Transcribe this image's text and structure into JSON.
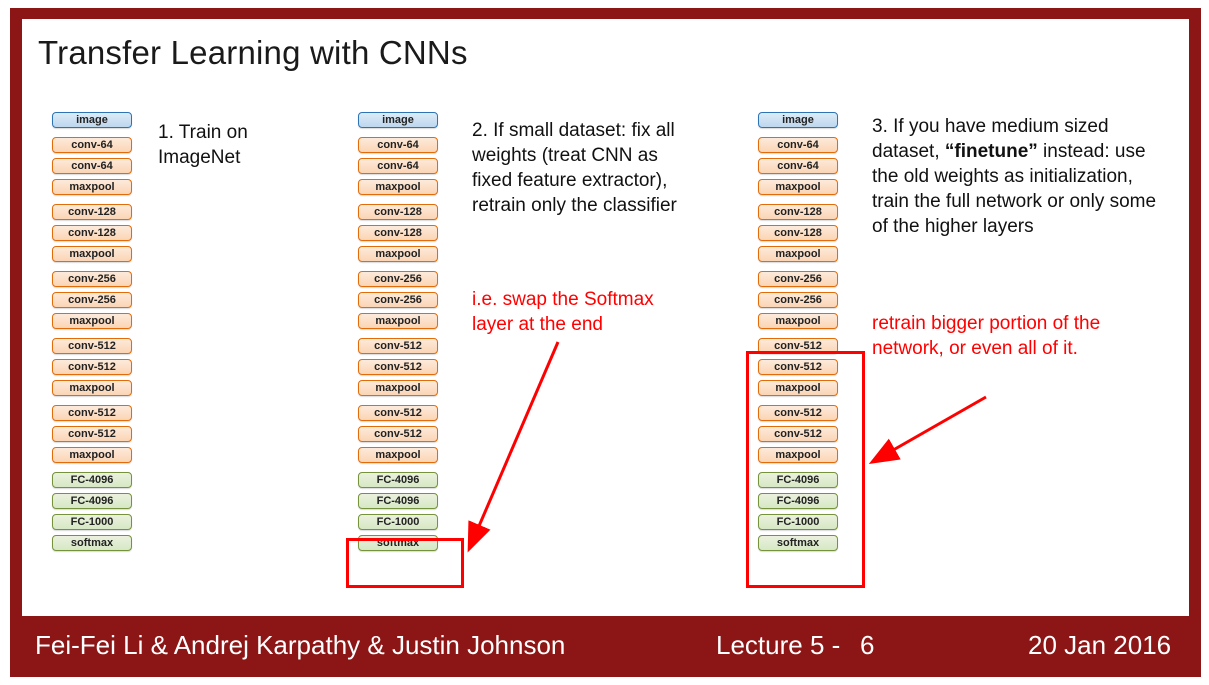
{
  "slide": {
    "title": "Transfer Learning with CNNs",
    "footer": {
      "authors": "Fei-Fei Li & Andrej Karpathy & Justin Johnson",
      "lecture_label": "Lecture 5 -",
      "slide_number": "6",
      "date": "20 Jan 2016"
    }
  },
  "network": {
    "groups": [
      {
        "type": "image",
        "labels": [
          "image"
        ]
      },
      {
        "type": "conv",
        "labels": [
          "conv-64",
          "conv-64",
          "maxpool"
        ]
      },
      {
        "type": "conv",
        "labels": [
          "conv-128",
          "conv-128",
          "maxpool"
        ]
      },
      {
        "type": "conv",
        "labels": [
          "conv-256",
          "conv-256",
          "maxpool"
        ]
      },
      {
        "type": "conv",
        "labels": [
          "conv-512",
          "conv-512",
          "maxpool"
        ]
      },
      {
        "type": "conv",
        "labels": [
          "conv-512",
          "conv-512",
          "maxpool"
        ]
      },
      {
        "type": "fc",
        "labels": [
          "FC-4096",
          "FC-4096",
          "FC-1000",
          "softmax"
        ]
      }
    ]
  },
  "columns": [
    {
      "caption": "1. Train on ImageNet"
    },
    {
      "caption": "2. If small dataset: fix all weights (treat CNN as fixed feature extractor), retrain only the classifier",
      "note": "i.e. swap the Softmax layer at the end"
    },
    {
      "caption_prefix": "3. If you have medium sized dataset, ",
      "caption_bold": "“finetune”",
      "caption_suffix": " instead: use the old weights as initialization, train the full network or only some of the higher layers",
      "note": "retrain bigger portion of the network, or even all of it."
    }
  ],
  "colors": {
    "maroon": "#8C1515",
    "red": "#FF0000",
    "image_bg": "#BDD7EE",
    "image_border": "#2E74B5",
    "conv_bg": "#FBD5B5",
    "conv_border": "#E36C0A",
    "fc_bg": "#D6E8C4",
    "fc_border": "#76923C"
  }
}
